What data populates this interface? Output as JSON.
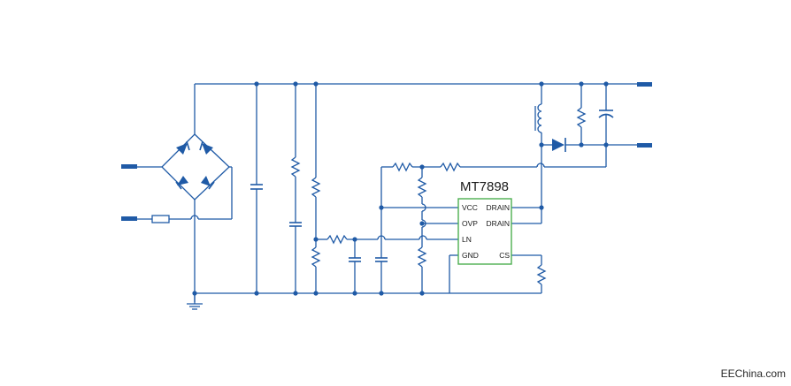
{
  "ic": {
    "part_number": "MT7898",
    "pins_left": [
      "VCC",
      "OVP",
      "LN",
      "GND"
    ],
    "pins_right": [
      "DRAIN",
      "DRAIN",
      "CS"
    ]
  },
  "watermark": "EEChina.com",
  "colors": {
    "wire": "#1f5aa6",
    "ic_border": "#4caf50",
    "text": "#1a1a1a",
    "background": "#ffffff"
  }
}
